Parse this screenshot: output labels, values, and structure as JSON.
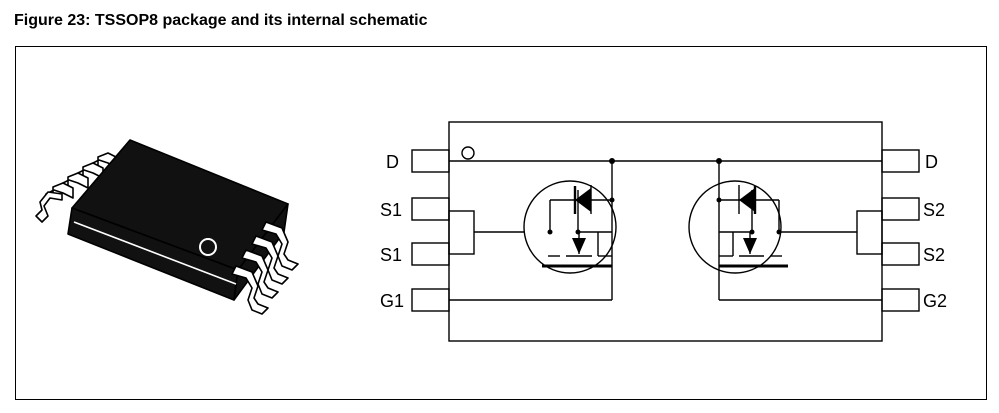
{
  "figure": {
    "title": "Figure 23: TSSOP8 package and its internal schematic"
  },
  "schematic": {
    "left_pins": [
      "D",
      "S1",
      "S1",
      "G1"
    ],
    "right_pins": [
      "D",
      "S2",
      "S2",
      "G2"
    ]
  },
  "colors": {
    "ink": "#000000",
    "package_body": "#111111",
    "background": "#ffffff"
  }
}
